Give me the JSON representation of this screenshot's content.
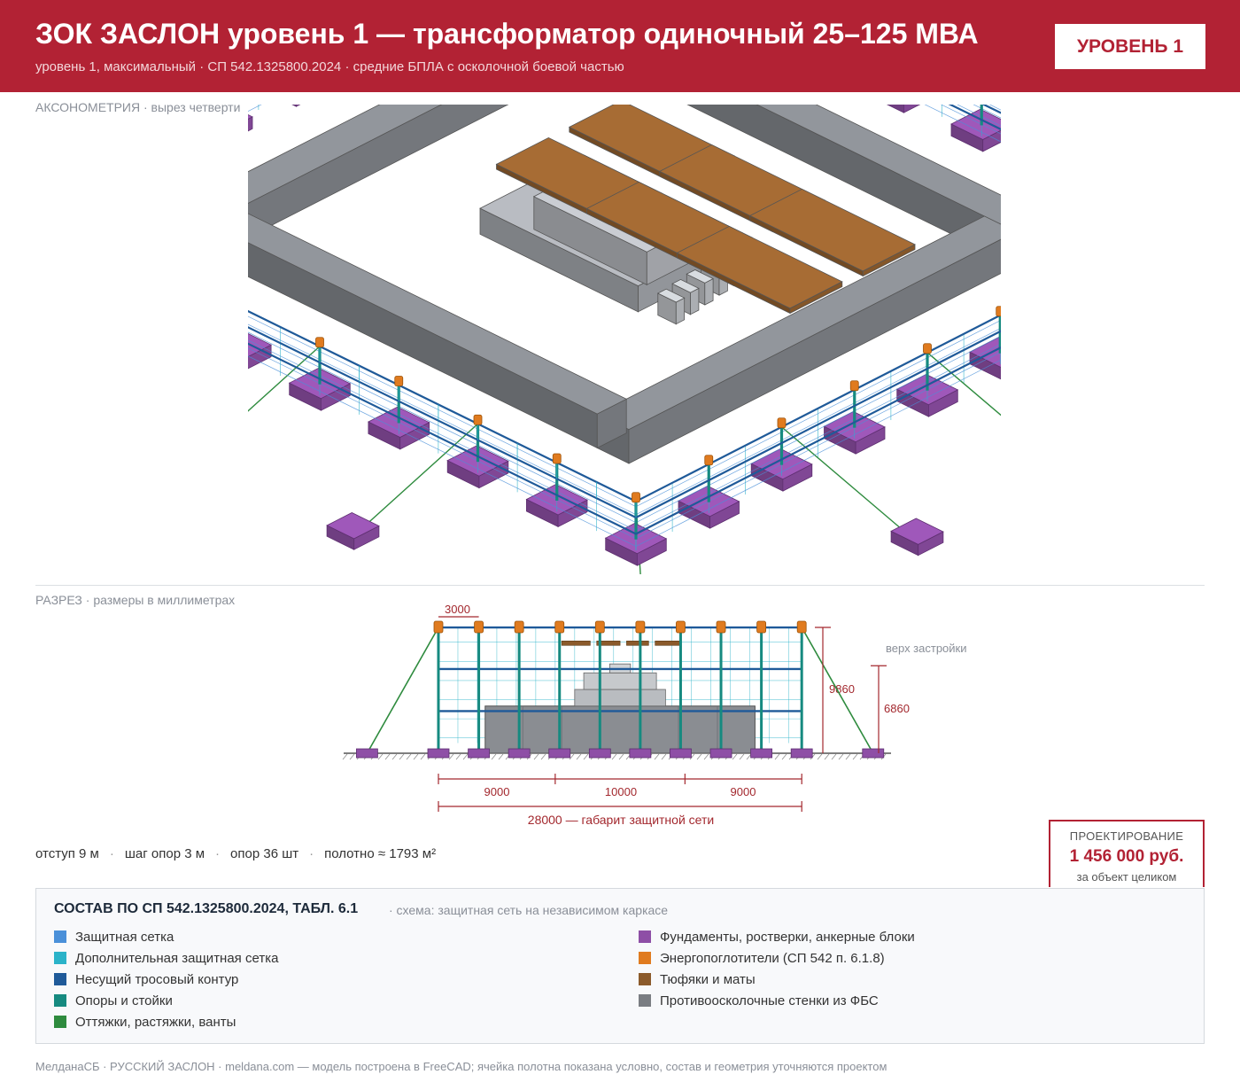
{
  "header": {
    "title": "ЗОК ЗАСЛОН уровень 1 — трансформатор одиночный 25–125 МВА",
    "subtitle": "уровень 1, максимальный · СП 542.1325800.2024 · средние БПЛА с осколочной боевой частью",
    "level_badge": "УРОВЕНЬ 1"
  },
  "axonometry": {
    "label": "АКСОНОМЕТРИЯ",
    "note": "· вырез четверти"
  },
  "section": {
    "label": "РАЗРЕЗ",
    "note": "· размеры в миллиметрах",
    "dim_step": "3000",
    "dim_left": "9000",
    "dim_mid": "10000",
    "dim_right": "9000",
    "dim_total": "28000 — габарит защитной сети",
    "dim_height": "9860",
    "dim_build_height": "6860",
    "build_top_label": "верх застройки"
  },
  "params": {
    "offset": "отступ 9 м",
    "step": "шаг опор 3 м",
    "poles": "опор 36 шт",
    "fabric": "полотно ≈ 1793 м²"
  },
  "price": {
    "label": "ПРОЕКТИРОВАНИЕ",
    "value": "1 456 000 руб.",
    "note": "за объект целиком"
  },
  "composition": {
    "title": "СОСТАВ ПО СП 542.1325800.2024, ТАБЛ. 6.1",
    "note": "· схема: защитная сеть на независимом каркасе",
    "items_left": [
      {
        "label": "Защитная сетка",
        "color": "#4a90d9"
      },
      {
        "label": "Дополнительная защитная сетка",
        "color": "#2bb3c9"
      },
      {
        "label": "Несущий тросовый контур",
        "color": "#1f5a99"
      },
      {
        "label": "Опоры и стойки",
        "color": "#168a80"
      },
      {
        "label": "Оттяжки, растяжки, ванты",
        "color": "#2e8b3e"
      }
    ],
    "items_right": [
      {
        "label": "Фундаменты, ростверки, анкерные блоки",
        "color": "#8e4fa6"
      },
      {
        "label": "Энергопоглотители (СП 542 п. 6.1.8)",
        "color": "#e07b1f"
      },
      {
        "label": "Тюфяки и маты",
        "color": "#8b5a2b"
      },
      {
        "label": "Противоосколочные стенки из ФБС",
        "color": "#7a7d82"
      }
    ]
  },
  "colors": {
    "brand": "#b22234",
    "mesh": "#4a90d9",
    "mesh_extra": "#2bb3c9",
    "cable": "#1f5a99",
    "pole": "#168a80",
    "guy": "#2e8b3e",
    "foundation": "#8e4fa6",
    "absorber": "#e07b1f",
    "mat": "#8b5a2b",
    "wall": "#7a7d82",
    "dim": "#a3282e"
  },
  "footer": {
    "text": "МелданаСБ · РУССКИЙ ЗАСЛОН · meldana.com — модель построена в FreeCAD; ячейка полотна показана условно, состав и геометрия уточняются проектом"
  }
}
